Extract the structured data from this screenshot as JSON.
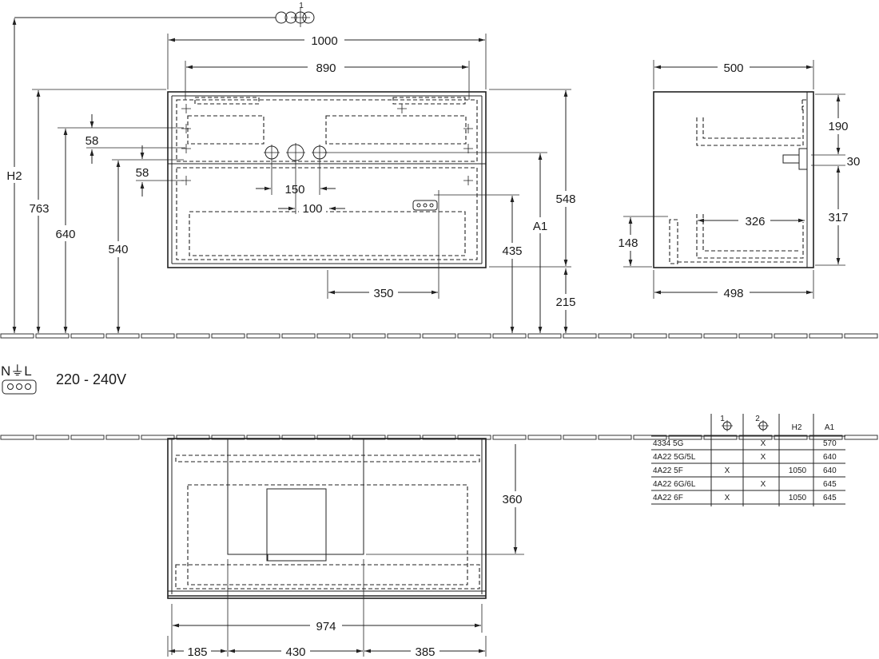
{
  "front_view": {
    "dims": {
      "width_total": "1000",
      "width_inner": "890",
      "h2": "H2",
      "h763": "763",
      "h640": "640",
      "h540": "540",
      "d58a": "58",
      "d58b": "58",
      "d150": "150",
      "d100": "100",
      "d548": "548",
      "a1": "A1",
      "d435": "435",
      "d350": "350",
      "d215": "215"
    },
    "tap_symbol_label": "1"
  },
  "side_view": {
    "dims": {
      "depth_top": "500",
      "d190": "190",
      "d30": "30",
      "d317": "317",
      "d326": "326",
      "d148": "148",
      "depth_bottom": "498"
    }
  },
  "electrical": {
    "symbol_text": "N⏚L",
    "voltage": "220 - 240V"
  },
  "top_view": {
    "dims": {
      "d360": "360",
      "d974": "974",
      "d185": "185",
      "d430": "430",
      "d385": "385"
    }
  },
  "variant_table": {
    "headers": [
      "",
      "1",
      "2",
      "H2",
      "A1"
    ],
    "rows": [
      [
        "4334 5G",
        "",
        "X",
        "",
        "570"
      ],
      [
        "4A22 5G/5L",
        "",
        "X",
        "",
        "640"
      ],
      [
        "4A22 5F",
        "X",
        "",
        "1050",
        "640"
      ],
      [
        "4A22 6G/6L",
        "",
        "X",
        "",
        "645"
      ],
      [
        "4A22 6F",
        "X",
        "",
        "1050",
        "645"
      ]
    ]
  }
}
